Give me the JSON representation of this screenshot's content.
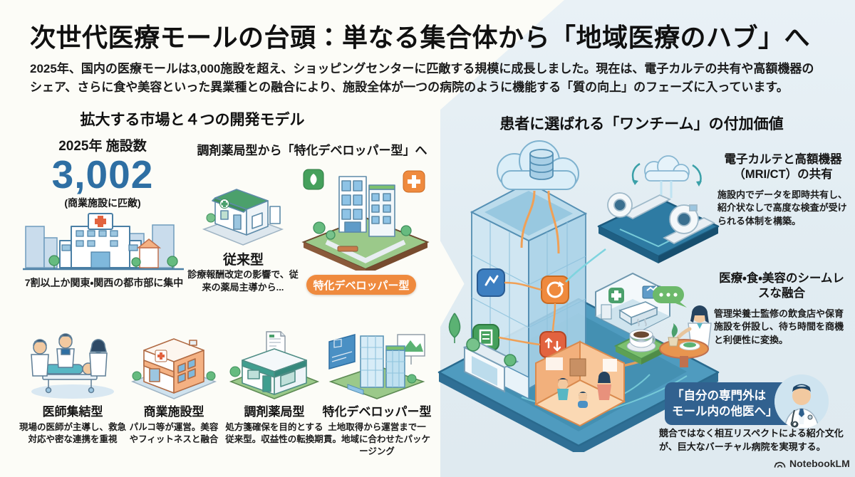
{
  "header": {
    "title": "次世代医療モールの台頭：単なる集合体から「地域医療のハブ」へ",
    "subtitle": "2025年、国内の医療モールは3,000施設を超え、ショッピングセンターに匹敵する規模に成長しました。現在は、電子カルテの共有や高額機器のシェア、さらに食や美容といった異業種との融合により、施設全体が一つの病院のように機能する「質の向上」のフェーズに入っています。"
  },
  "left": {
    "heading": "拡大する市場と４つの開発モデル",
    "stat": {
      "label": "2025年 施設数",
      "value": "3,002",
      "note": "(商業施設に匹敵)",
      "caption": "7割以上か関東・関西の都市部に集中"
    },
    "transition": {
      "heading": "調剤薬局型から「特化デベロッパー型」へ",
      "from_label": "従来型",
      "from_caption": "診療報酬改定の影響で、従来の薬局主導から...",
      "to_badge": "特化デベロッパー型"
    },
    "models": [
      {
        "label": "医師集結型",
        "caption": "現場の医師が主導し、救急対応や密な連携を重視"
      },
      {
        "label": "商業施設型",
        "caption": "パルコ等が運営。美容やフィットネスと融合"
      },
      {
        "label": "調剤薬局型",
        "caption": "処方箋確保を目的とする従来型。収益性の転換期"
      },
      {
        "label": "特化デベロッパー型",
        "caption": "土地取得から運営まで一貫。地域に合わせたパッケージング"
      }
    ]
  },
  "right": {
    "heading": "患者に選ばれる「ワンチーム」の付加価値",
    "callouts": [
      {
        "title": "電子カルテと高額機器（MRI/CT）の共有",
        "body": "施設内でデータを即時共有し、紹介状なしで高度な検査が受けられる体制を構築。"
      },
      {
        "title": "医療・食・美容のシームレスな融合",
        "body": "管理栄養士監修の飲食店や保育施設を併設し、待ち時間を商機と利便性に変換。"
      }
    ],
    "quote": {
      "line1": "「自分の専門外は",
      "line2": "モール内の他医へ」",
      "body": "競合ではなく相互リスペクトによる紹介文化が、巨大なバーチャル病院を実現する。"
    }
  },
  "watermark": {
    "label": "NotebookLM"
  },
  "icons": {
    "city-hospital-illustration": "skyline with hospital and red cross",
    "legacy-pharmacy-illustration": "small green-roof pharmacy block",
    "developer-complex-illustration": "modern medical complex on green lot",
    "doctors-team-icon": "doctors around stretcher",
    "commercial-building-icon": "orange retail medical building",
    "pharmacy-store-icon": "pharmacy box with prescription sheet",
    "developer-towers-icon": "towers with blueprint and landscape boards",
    "hub-illustration": "glass tower, cloud database, MRI platform, clinic, cafe, kids room",
    "doctor-avatar": "male doctor with stethoscope",
    "notebooklm-logo": "fan-shaped logo mark"
  },
  "colors": {
    "accent_blue": "#2e6fa3",
    "accent_orange": "#ef8a3e",
    "quote_bg": "#31618f",
    "panel_left": "#fcfcf7",
    "panel_right": "#e1ecf2"
  }
}
